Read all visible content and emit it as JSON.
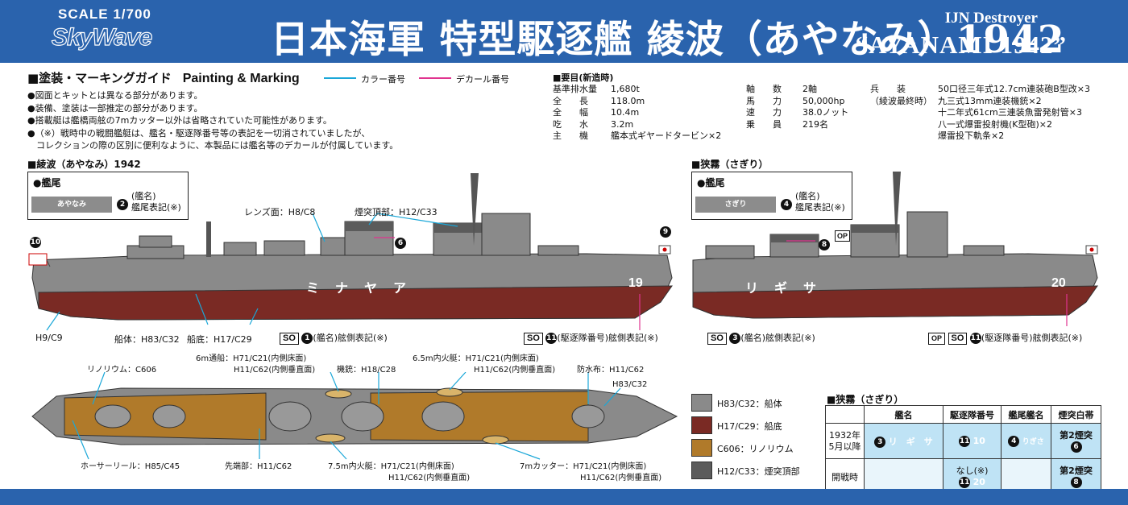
{
  "header": {
    "scale": "SCALE 1/700",
    "brand": "SkyWave",
    "title_jp": "日本海軍 特型駆逐艦 綾波（あやなみ）1942",
    "title_en_small": "IJN Destroyer",
    "title_en_large": "“AYANAMI 1942”"
  },
  "painting": {
    "title_jp": "■塗装・マーキングガイド",
    "title_en": "Painting & Marking",
    "legend_color": "カラー番号",
    "legend_decal": "デカール番号",
    "legend_color_line": "#1aa7d8",
    "legend_decal_line": "#e0338f"
  },
  "notes": [
    "●図面とキットとは異なる部分があります。",
    "●装備、塗装は一部推定の部分があります。",
    "●搭載艇は艦橋両舷の7mカッター以外は省略されていた可能性があります。",
    "●（※）戦時中の戦闘艦艇は、艦名・駆逐隊番号等の表記を一切消されていましたが、",
    "　コレクションの際の区別に便利なように、本製品には艦名等のデカールが付属しています。"
  ],
  "specs": {
    "title": "■要目(新造時)",
    "col1": [
      {
        "label": "基準排水量",
        "value": "1,680t"
      },
      {
        "label": "全　　長",
        "value": "118.0m"
      },
      {
        "label": "全　　幅",
        "value": "10.4m"
      },
      {
        "label": "吃　　水",
        "value": "3.2m"
      },
      {
        "label": "主　　機",
        "value": "艦本式ギヤードタービン×2"
      }
    ],
    "col2": [
      {
        "label": "軸　　数",
        "value": "2軸"
      },
      {
        "label": "馬　　力",
        "value": "50,000hp"
      },
      {
        "label": "速　　力",
        "value": "38.0ノット"
      },
      {
        "label": "乗　　員",
        "value": "219名"
      }
    ],
    "col3_label1": "兵　　装",
    "col3_label2": "（綾波最終時）",
    "col3": [
      "50口径三年式12.7cm連装砲B型改×3",
      "九三式13mm連装機銃×2",
      "十二年式61cm三連装魚雷発射管×3",
      "八一式爆雷投射機(K型砲)×2",
      "爆雷投下軌条×2"
    ]
  },
  "ayanami": {
    "heading": "■綾波（あやなみ）1942",
    "stern_box_title": "●艦尾",
    "stern_plate_text": "あやなみ",
    "stern_num": "2",
    "stern_label1": "(艦名)",
    "stern_label2": "艦尾表記(※)",
    "hull_name": "ミ　ナ　ヤ　ア",
    "hull_number": "19",
    "labels": {
      "lens": "レンズ面：H8/C8",
      "funnel_top": "煙突頂部：H12/C33",
      "prop": "H9/C9",
      "hull": "船体：H83/C32",
      "bottom": "船底：H17/C29",
      "decal_name": "(艦名)舷側表記(※)",
      "decal_div": "(駆逐隊番号)舷側表記(※)"
    },
    "nums": {
      "n6": "6",
      "n9": "9",
      "n10": "10",
      "n1": "1",
      "n11": "11"
    },
    "so": "SO"
  },
  "sagiri": {
    "heading": "■狭霧（さぎり）",
    "stern_box_title": "●艦尾",
    "stern_plate_text": "さぎり",
    "stern_num": "4",
    "stern_label1": "(艦名)",
    "stern_label2": "艦尾表記(※)",
    "hull_name": "リ　ギ　サ",
    "hull_number": "20",
    "op": "OP",
    "nums": {
      "n8": "8",
      "n3": "3",
      "n11": "11"
    },
    "decal_name": "(艦名)舷側表記(※)",
    "decal_div": "(駆逐隊番号)舷側表記(※)",
    "so": "SO"
  },
  "plan_labels": {
    "linoleum": "リノリウム：C606",
    "boat6_a": "6m通船：H71/C21(内側床面)",
    "boat6_b": "H11/C62(内側垂直面)",
    "mg": "機銃：H18/C28",
    "boat65_a": "6.5m内火艇：H71/C21(内側床面)",
    "boat65_b": "H11/C62(内側垂直面)",
    "canvas": "防水布：H11/C62",
    "hull": "H83/C32",
    "hose": "ホーサーリール：H85/C45",
    "tip": "先端部：H11/C62",
    "boat75_a": "7.5m内火艇：H71/C21(内側床面)",
    "boat75_b": "H11/C62(内側垂直面)",
    "cutter_a": "7mカッター：H71/C21(内側床面)",
    "cutter_b": "H11/C62(内側垂直面)"
  },
  "swatches": [
    {
      "color": "#8a8a8a",
      "label": "H83/C32：船体"
    },
    {
      "color": "#7a2a24",
      "label": "H17/C29：船底"
    },
    {
      "color": "#b07a2a",
      "label": "C606：リノリウム"
    },
    {
      "color": "#5b5b5b",
      "label": "H12/C33：煙突頂部"
    }
  ],
  "table": {
    "title": "■狭霧（さぎり）",
    "headers": [
      "",
      "艦名",
      "駆逐隊番号",
      "艦尾艦名",
      "煙突白帯"
    ],
    "row1": {
      "label1": "1932年",
      "label2": "5月以降",
      "name_num": "3",
      "name": "リ　ギ　サ",
      "div_num": "11",
      "div": "10",
      "stern_num": "4",
      "stern": "りぎさ",
      "funnel": "第2煙突",
      "funnel_num": "6"
    },
    "row2": {
      "label": "開戦時",
      "div_top": "なし(※)",
      "div_num": "11",
      "div": "20",
      "funnel": "第2煙突",
      "funnel_num": "8"
    }
  }
}
